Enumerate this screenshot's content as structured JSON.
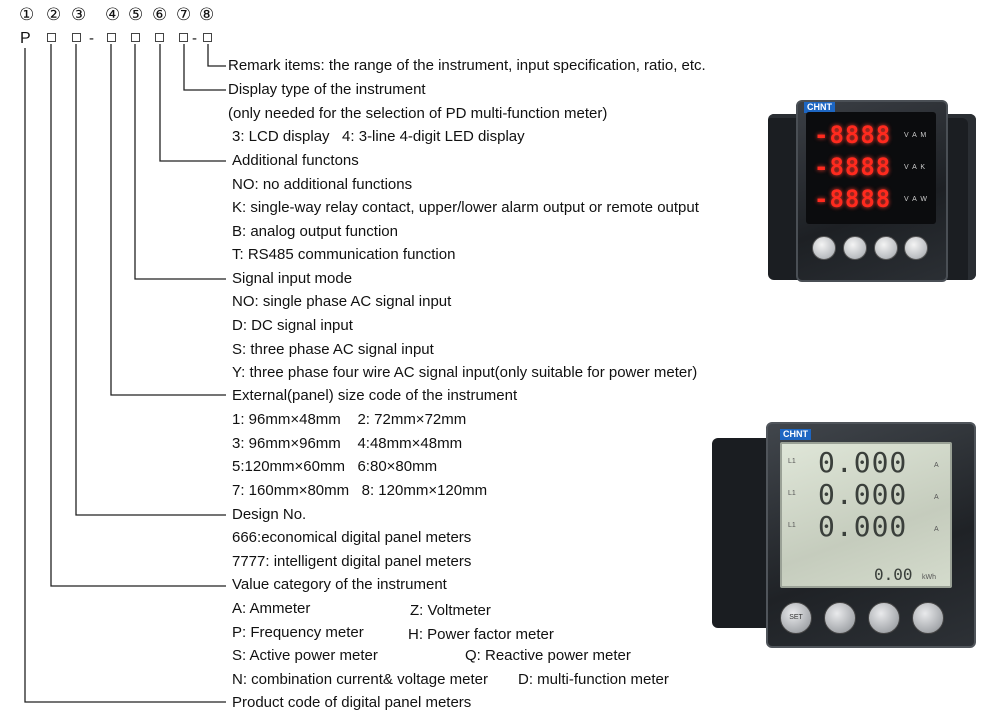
{
  "header": {
    "positions": [
      "①",
      "②",
      "③",
      "④",
      "⑤",
      "⑥",
      "⑦",
      "⑧"
    ],
    "code_letter": "P",
    "dash1": "-",
    "dash2": "-"
  },
  "items": [
    {
      "text": "Remark items: the range of the instrument, input specification, ratio, etc."
    },
    {
      "text": "Display type of the instrument"
    },
    {
      "text": "(only needed for the selection of PD multi-function meter)"
    },
    {
      "text": "3: LCD display   4: 3-line 4-digit LED display"
    },
    {
      "text": "Additional functons"
    },
    {
      "text": "NO: no additional functions"
    },
    {
      "text": "K: single-way relay contact, upper/lower alarm output or remote output"
    },
    {
      "text": "B: analog output function"
    },
    {
      "text": "T: RS485 communication function"
    },
    {
      "text": "Signal input mode"
    },
    {
      "text": "NO: single phase AC signal input"
    },
    {
      "text": "D: DC signal input"
    },
    {
      "text": "S: three phase AC signal input"
    },
    {
      "text": "Y: three phase four wire AC signal input(only suitable for power meter)"
    },
    {
      "text": "External(panel) size code of the instrument"
    },
    {
      "text": "1: 96mm×48mm    2: 72mm×72mm"
    },
    {
      "text": "3: 96mm×96mm    4:48mm×48mm"
    },
    {
      "text": "5:120mm×60mm   6:80×80mm"
    },
    {
      "text": "7: 160mm×80mm   8: 120mm×120mm"
    },
    {
      "text": "Design No."
    },
    {
      "text": "666:economical digital panel meters"
    },
    {
      "text": "7777: intelligent digital panel meters"
    },
    {
      "text": "Value category of the instrument"
    },
    {
      "text": "A: Ammeter"
    },
    {
      "text": "P: Frequency meter"
    },
    {
      "text": "S: Active power meter"
    },
    {
      "text": "N: combination current& voltage meter"
    },
    {
      "text": "Product code of digital panel meters"
    }
  ],
  "value_category_right": {
    "z": "Z: Voltmeter",
    "h": "H: Power factor meter",
    "q": "Q: Reactive power meter",
    "d": "D: multi-function meter"
  },
  "meter_led": {
    "brand": "CHNT",
    "rows": [
      "-8888",
      "-8888",
      "-8888"
    ],
    "units": [
      "V  A  M",
      "V  A  K",
      "V  A  W"
    ]
  },
  "meter_lcd": {
    "brand": "CHNT",
    "rows": [
      "0.000",
      "0.000",
      "0.000"
    ],
    "row_prefix": "L1",
    "row_unit": "A",
    "energy": "0.00",
    "energy_unit": "kWh",
    "buttons": [
      "SET",
      "",
      "",
      ""
    ]
  }
}
